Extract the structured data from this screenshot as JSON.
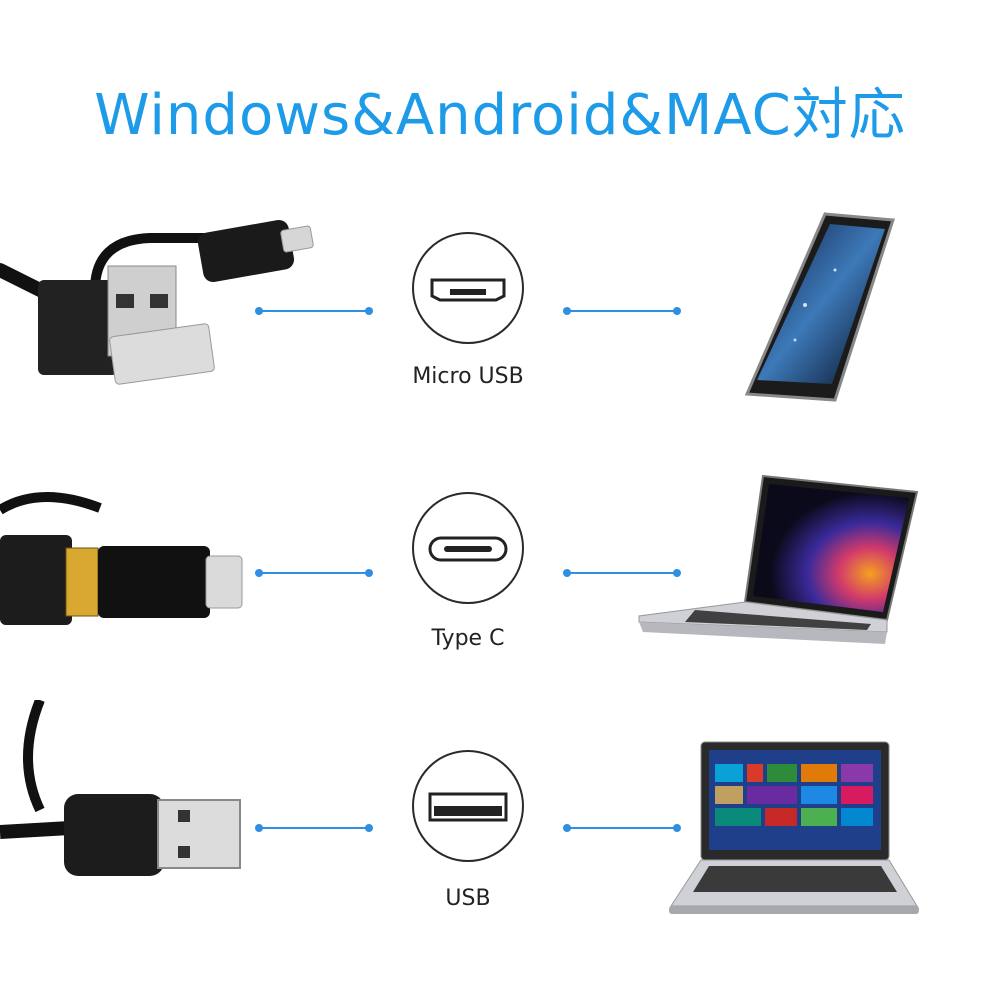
{
  "headline": "Windows&Android&MAC対応",
  "rows": [
    {
      "port_label": "Micro USB"
    },
    {
      "port_label": "Type C"
    },
    {
      "port_label": "USB"
    }
  ],
  "colors": {
    "accent": "#1e9be8",
    "line": "#2f8fe0"
  },
  "icons": [
    "micro-usb-port-icon",
    "type-c-port-icon",
    "usb-port-icon"
  ]
}
